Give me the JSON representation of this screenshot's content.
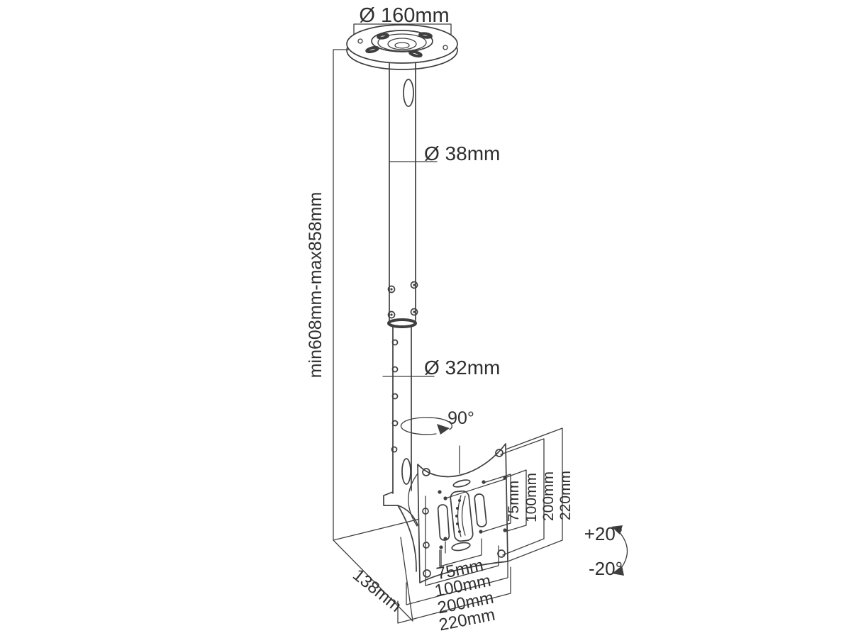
{
  "labels": {
    "ceiling_plate_diameter": "Ø 160mm",
    "upper_pole_diameter": "Ø 38mm",
    "lower_pole_diameter": "Ø 32mm",
    "height_range": "min608mm-max858mm",
    "swivel": "90°",
    "tilt_up": "+20°",
    "tilt_down": "-20°",
    "depth": "138mm",
    "vesa_vertical": [
      "75mm",
      "100mm",
      "200mm",
      "220mm"
    ],
    "vesa_horizontal": [
      "75mm",
      "100mm",
      "200mm",
      "220mm"
    ]
  },
  "colors": {
    "background": "#ffffff",
    "line": "#3f3f3f",
    "text": "#2f2f2f"
  }
}
